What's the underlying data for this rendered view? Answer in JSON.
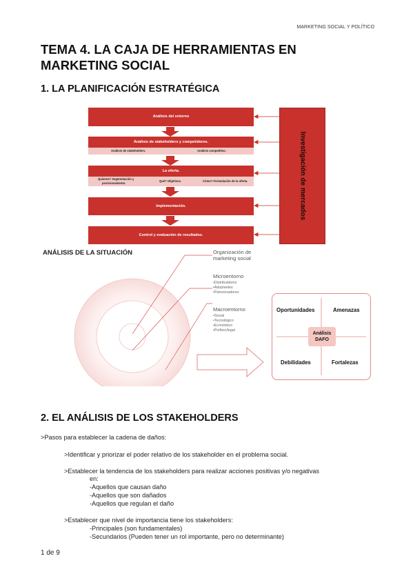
{
  "header": {
    "running_title": "MARKETING SOCIAL Y POLÍTICO"
  },
  "title": {
    "line1": "TEMA 4. LA CAJA DE HERRAMIENTAS EN",
    "line2": "MARKETING SOCIAL"
  },
  "section1": {
    "heading": "1. LA PLANIFICACIÓN ESTRATÉGICA"
  },
  "flowchart": {
    "boxes": [
      "Análisis del entorno",
      "Análisis de stakeholders y competidores.",
      "La oferta.",
      "Implementación.",
      "Control y evaluación de resultados."
    ],
    "sub_stakeholders": [
      "Análisis de stakeholders.",
      "Análisis competitivo."
    ],
    "sub_oferta": [
      "Quienes? Segmentación y",
      "posicionamiento.",
      "Qué? Objetivos.",
      "Cómo? Formulación de la oferta."
    ],
    "side_label": "Investigación de mercados"
  },
  "situation": {
    "title": "ANÁLISIS DE LA SITUACIÓN",
    "org_label": [
      "Organización de",
      "marketing social"
    ],
    "micro": {
      "label": "Microentorno",
      "items": [
        "•Distribuidores",
        "•Adoptantes",
        "•Patrocinadores"
      ]
    },
    "macro": {
      "label": "Macroentorno",
      "items": [
        "•Social",
        "•Tecnológico",
        "•Económico",
        "•Político/legal"
      ]
    }
  },
  "dafo": {
    "top_left": "Oportunidades",
    "top_right": "Amenazas",
    "bottom_left": "Debilidades",
    "bottom_right": "Fortalezas",
    "center": [
      "Análisis",
      "DAFO"
    ]
  },
  "section2": {
    "heading": "2. EL ANÁLISIS DE LOS STAKEHOLDERS",
    "intro": ">Pasos para establecer la cadena de daños:",
    "step1": ">Identificar y priorizar el poder relativo de los stakeholder en el problema social.",
    "step2": ">Establecer la tendencia de los stakeholders para realizar acciones positivas y/o negativas",
    "step2_cont": "en:",
    "step2_items": [
      "-Aquellos que causan daño",
      "-Aquellos que son dañados",
      "-Aquellos que regulan el daño"
    ],
    "step3": ">Establecer que nivel de importancia tiene los stakeholders:",
    "step3_items": [
      "-Principales (son fundamentales)",
      "-Secundarios (Pueden tener un rol importante, pero no determinante)"
    ]
  },
  "footer": {
    "page": "1 de 9"
  },
  "colors": {
    "accent_red": "#c8312c",
    "light_red": "#f2c9c6"
  }
}
